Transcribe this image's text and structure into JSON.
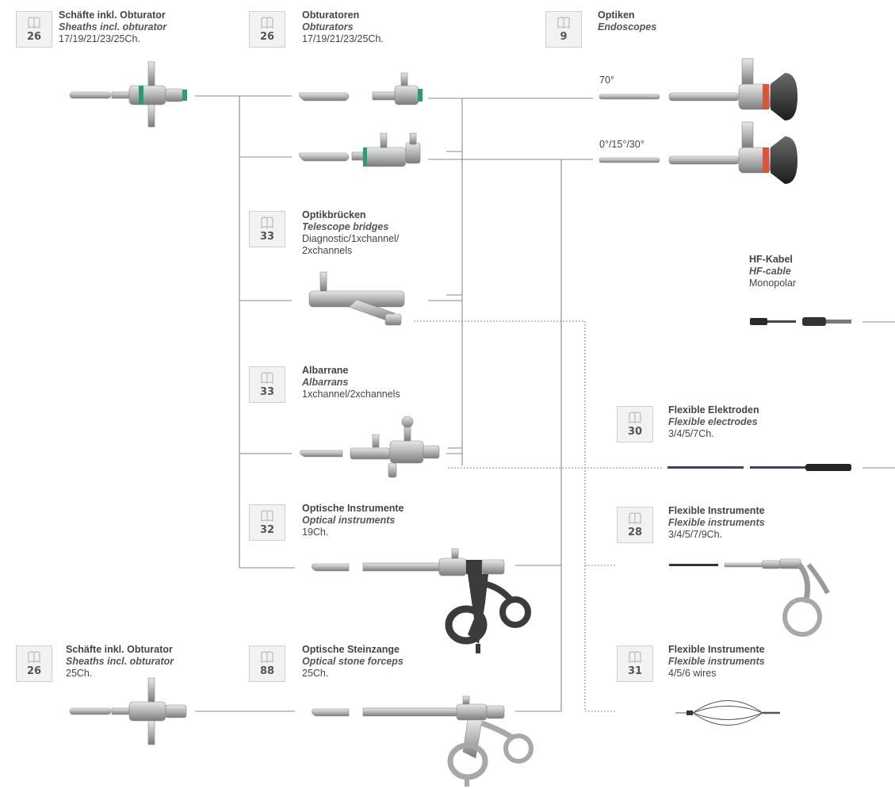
{
  "categories": {
    "sheaths_top": {
      "page": "26",
      "title_de": "Schäfte inkl. Obturator",
      "title_en": "Sheaths incl. obturator",
      "info": "17/19/21/23/25Ch."
    },
    "obturators": {
      "page": "26",
      "title_de": "Obturatoren",
      "title_en": "Obturators",
      "info": "17/19/21/23/25Ch."
    },
    "optiken": {
      "page": "9",
      "title_de": "Optiken",
      "title_en": "Endoscopes"
    },
    "telescope_bridges": {
      "page": "33",
      "title_de": "Optikbrücken",
      "title_en": "Telescope bridges",
      "info": "Diagnostic/1xchannel/",
      "info2": "2xchannels"
    },
    "hf_cable": {
      "title_de": "HF-Kabel",
      "title_en": "HF-cable",
      "info": "Monopolar"
    },
    "albarrans": {
      "page": "33",
      "title_de": "Albarrane",
      "title_en": "Albarrans",
      "info": "1xchannel/2xchannels"
    },
    "flexible_electrodes": {
      "page": "30",
      "title_de": "Flexible Elektroden",
      "title_en": "Flexible electrodes",
      "info": "3/4/5/7Ch."
    },
    "optical_instruments": {
      "page": "32",
      "title_de": "Optische Instrumente",
      "title_en": "Optical instruments",
      "info": "19Ch."
    },
    "flexible_instruments_1": {
      "page": "28",
      "title_de": "Flexible Instrumente",
      "title_en": "Flexible instruments",
      "info": "3/4/5/7/9Ch."
    },
    "sheaths_bottom": {
      "page": "26",
      "title_de": "Schäfte inkl. Obturator",
      "title_en": "Sheaths incl. obturator",
      "info": "25Ch."
    },
    "optical_stone_forceps": {
      "page": "88",
      "title_de": "Optische Steinzange",
      "title_en": "Optical stone forceps",
      "info": "25Ch."
    },
    "flexible_instruments_2": {
      "page": "31",
      "title_de": "Flexible Instrumente",
      "title_en": "Flexible instruments",
      "info": "4/5/6 wires"
    }
  },
  "angle_labels": {
    "endoscope_1": "70°",
    "endoscope_2": "0°/15°/30°"
  },
  "colors": {
    "line": "#8a8a8a",
    "metal": "#c4c4c4",
    "metal_dark": "#8c8c8c",
    "accent_green": "#2a9a7a",
    "accent_red": "#d9553c",
    "eyepiece": "#1e1e1e",
    "cable_blue": "#34466a",
    "forceps_dark": "#3b3b3b"
  }
}
